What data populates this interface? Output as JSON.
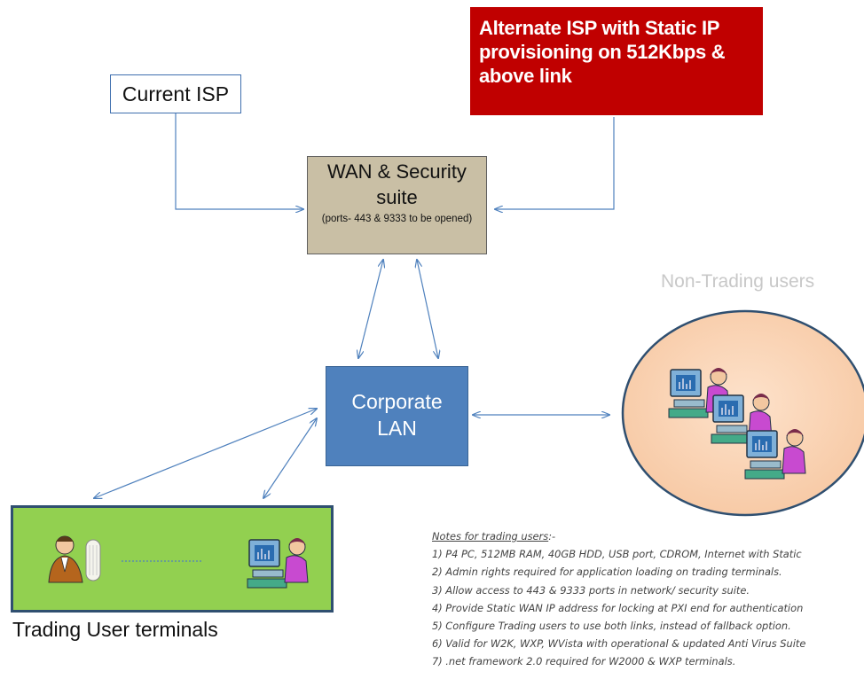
{
  "current_isp": {
    "label": "Current ISP"
  },
  "alternate_isp": {
    "lines": [
      "Alternate ISP with Static IP",
      "provisioning on  512Kbps &",
      "above link"
    ]
  },
  "wan_suite": {
    "title_line1": "WAN & Security",
    "title_line2": "suite",
    "subtitle": "(ports- 443 & 9333 to be opened)"
  },
  "corporate_lan": {
    "line1": "Corporate",
    "line2": "LAN"
  },
  "non_trading": {
    "title": "Non-Trading users"
  },
  "trading_terminals": {
    "caption": "Trading User terminals"
  },
  "notes": {
    "heading": "Notes for trading users",
    "heading_suffix": ":-",
    "items": [
      "1) P4 PC, 512MB RAM, 40GB HDD, USB port, CDROM, Internet with Static",
      "2) Admin rights required for application loading on trading terminals.",
      "3) Allow access to 443 & 9333 ports in  network/ security suite.",
      "4) Provide Static WAN IP address for locking at PXI end for authentication",
      "5) Configure Trading users to use both links, instead of fallback option.",
      "6) Valid for W2K, WXP, WVista with operational & updated Anti Virus Suite",
      "7) .net framework 2.0 required for W2000 & WXP terminals."
    ]
  },
  "colors": {
    "connector": "#4f81bd",
    "alternate_isp_fill": "#c00000",
    "wan_suite_fill": "#c9bfa5",
    "corporate_lan_fill": "#4f81bd",
    "terminals_fill": "#92d050",
    "non_trading_fill": "#fbd5b5"
  }
}
